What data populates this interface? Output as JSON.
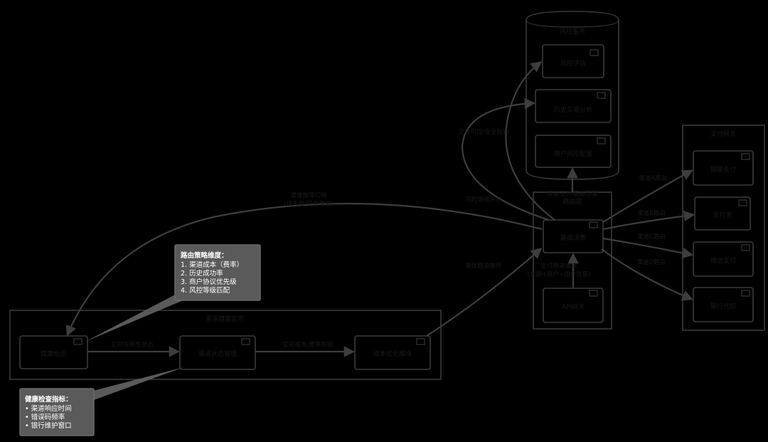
{
  "groups": {
    "risk_service": "风控服务",
    "payment_gateway": "支付网关",
    "smart_routing_engine_line1": "智能支付路由引擎",
    "smart_routing_engine_line2": "路由层",
    "health_monitor": "渠道健康监控"
  },
  "nodes": {
    "risk_score": "风控评估",
    "history_analysis": "历史交易分析",
    "merchant_config": "商户风控配置",
    "gateway_a": "银联支付",
    "gateway_b": "支付宝",
    "gateway_c": "微信支付",
    "gateway_d": "银行代扣",
    "routing_decision": "路由决策",
    "api_gateway": "API网关",
    "health_check": "健康检测",
    "channel_status": "渠道状态管理",
    "cost_optimizer": "成本优化模块"
  },
  "edges": {
    "to_a": "渠道A路由",
    "to_b": "渠道B路由",
    "to_c": "渠道C路由",
    "to_d": "渠道D路由",
    "risk_check": "交易风控/安全校验",
    "risk_result": "风险等级评估",
    "route_request_line1": "支付路由请求",
    "route_request_line2": "(金额+商户+用户信息)",
    "optimal_path": "最优路由推荐",
    "fallback_line1": "渠道故障切换",
    "fallback_line2": "(优先级/可用渠道)",
    "channel_health": "实时可用性状态",
    "cost_data": "实时成本/费率数据"
  },
  "notes": {
    "strategy": {
      "title": "路由策略维度：",
      "items": [
        "1. 渠道成本（费率）",
        "2. 历史成功率",
        "3. 商户协议优先级",
        "4. 风控等级匹配"
      ]
    },
    "health": {
      "title": "健康检查指标：",
      "items": [
        "• 渠道响应时间",
        "• 错误码频率",
        "• 银行维护窗口"
      ]
    }
  },
  "colors": {
    "background": "#000000",
    "stroke": "#3a3a3a",
    "note_fill": "#5a5a5a",
    "text": "#1a1a1a"
  }
}
